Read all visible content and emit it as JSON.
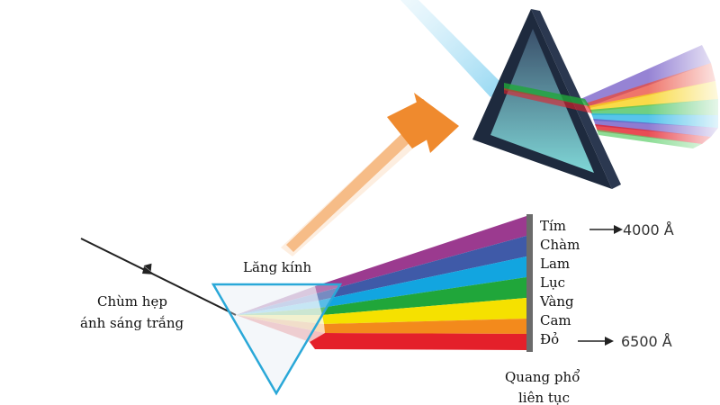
{
  "diagram": {
    "prism_label": "Lăng kính",
    "incident_label_line1": "Chùm hẹp",
    "incident_label_line2": "ánh sáng trắng",
    "spectrum_label_line1": "Quang phổ",
    "spectrum_label_line2": "liên tục",
    "colors": [
      {
        "name": "Tím",
        "hex": "#9b3a8f"
      },
      {
        "name": "Chàm",
        "hex": "#3f5aa8"
      },
      {
        "name": "Lam",
        "hex": "#12a5e0"
      },
      {
        "name": "Lục",
        "hex": "#20a63a"
      },
      {
        "name": "Vàng",
        "hex": "#f5e100"
      },
      {
        "name": "Cam",
        "hex": "#f38a1c"
      },
      {
        "name": "Đỏ",
        "hex": "#e4202a"
      }
    ],
    "wavelength_violet": "4000 Å",
    "wavelength_red": "6500 Å",
    "accent_orange": "#ef8a2e",
    "prism_outline": "#2aa8d8"
  }
}
